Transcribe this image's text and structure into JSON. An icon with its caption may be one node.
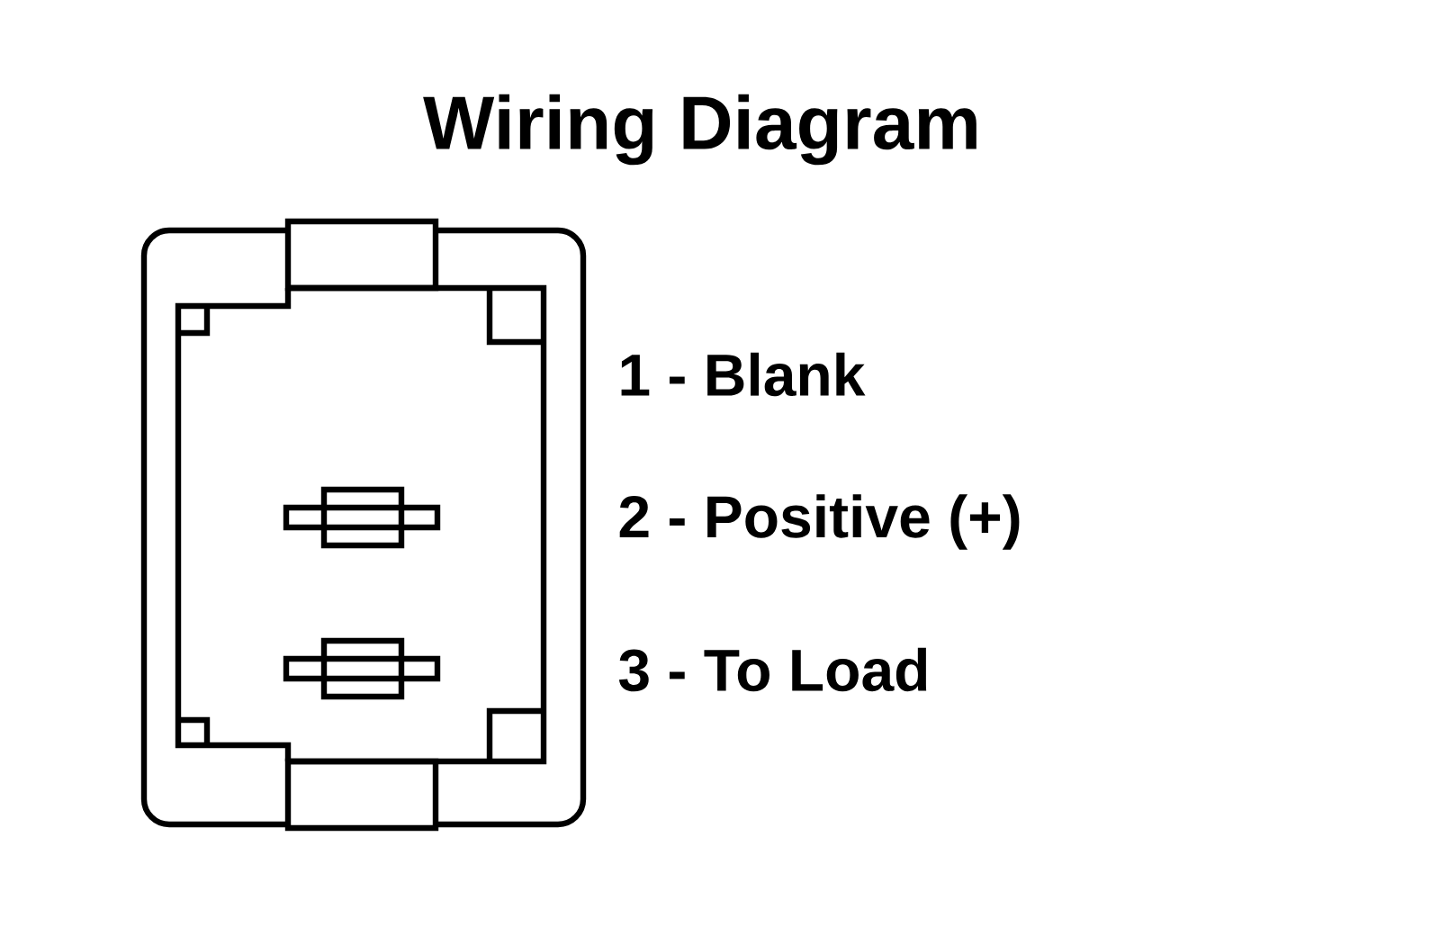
{
  "diagram": {
    "title": "Wiring Diagram",
    "labels": [
      "1 - Blank",
      "2 - Positive (+)",
      "3 - To Load"
    ]
  }
}
